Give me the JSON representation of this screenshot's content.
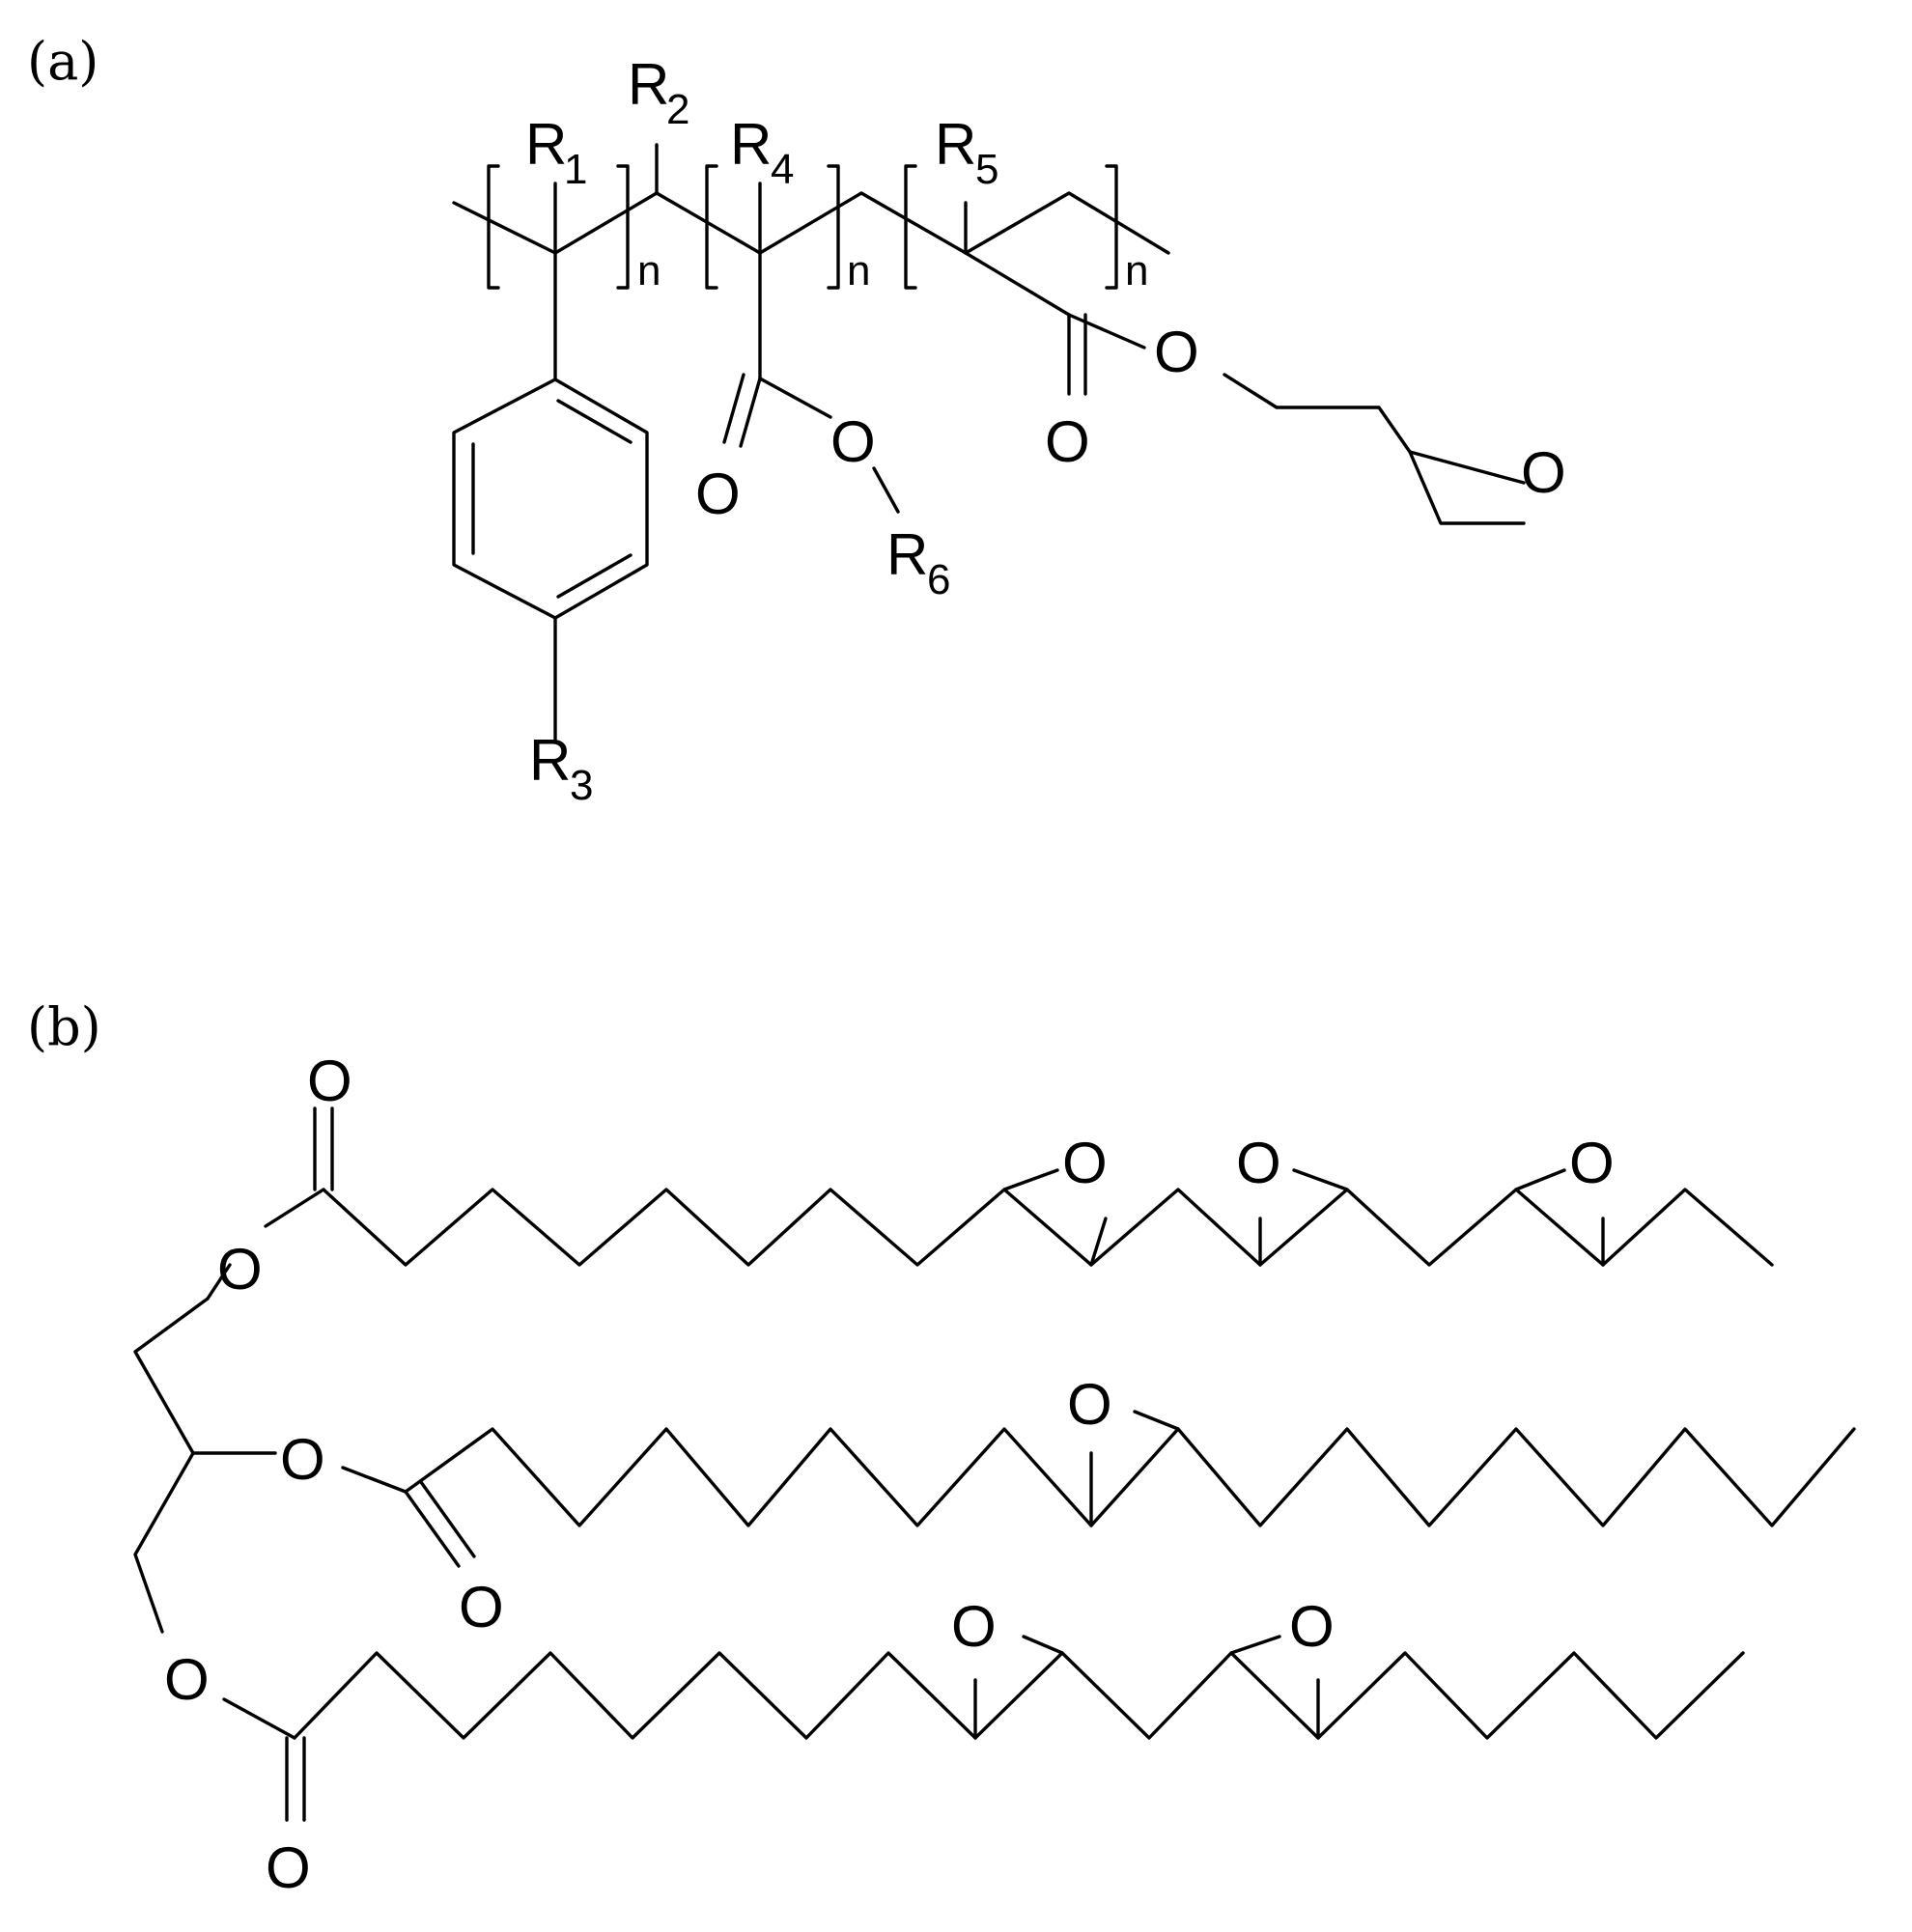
{
  "panels": {
    "a": {
      "label": "(a)",
      "atoms": {
        "r1": "R",
        "r1_sub": "1",
        "r2": "R",
        "r2_sub": "2",
        "r3": "R",
        "r3_sub": "3",
        "r4": "R",
        "r4_sub": "4",
        "r5": "R",
        "r5_sub": "5",
        "r6": "R",
        "r6_sub": "6",
        "o_carbonyl_1": "O",
        "o_ester_1": "O",
        "o_carbonyl_2": "O",
        "o_ester_2": "O",
        "o_epoxide": "O",
        "n1": "n",
        "n2": "n",
        "n3": "n"
      }
    },
    "b": {
      "label": "(b)",
      "atoms": {
        "chain1_carbonyl_o": "O",
        "chain1_ester_o": "O",
        "chain1_epoxide1_o": "O",
        "chain1_epoxide2_o": "O",
        "chain1_epoxide3_o": "O",
        "chain2_ester_o": "O",
        "chain2_carbonyl_o": "O",
        "chain2_epoxide_o": "O",
        "chain3_ester_o": "O",
        "chain3_carbonyl_o": "O",
        "chain3_epoxide1_o": "O",
        "chain3_epoxide2_o": "O"
      }
    }
  }
}
